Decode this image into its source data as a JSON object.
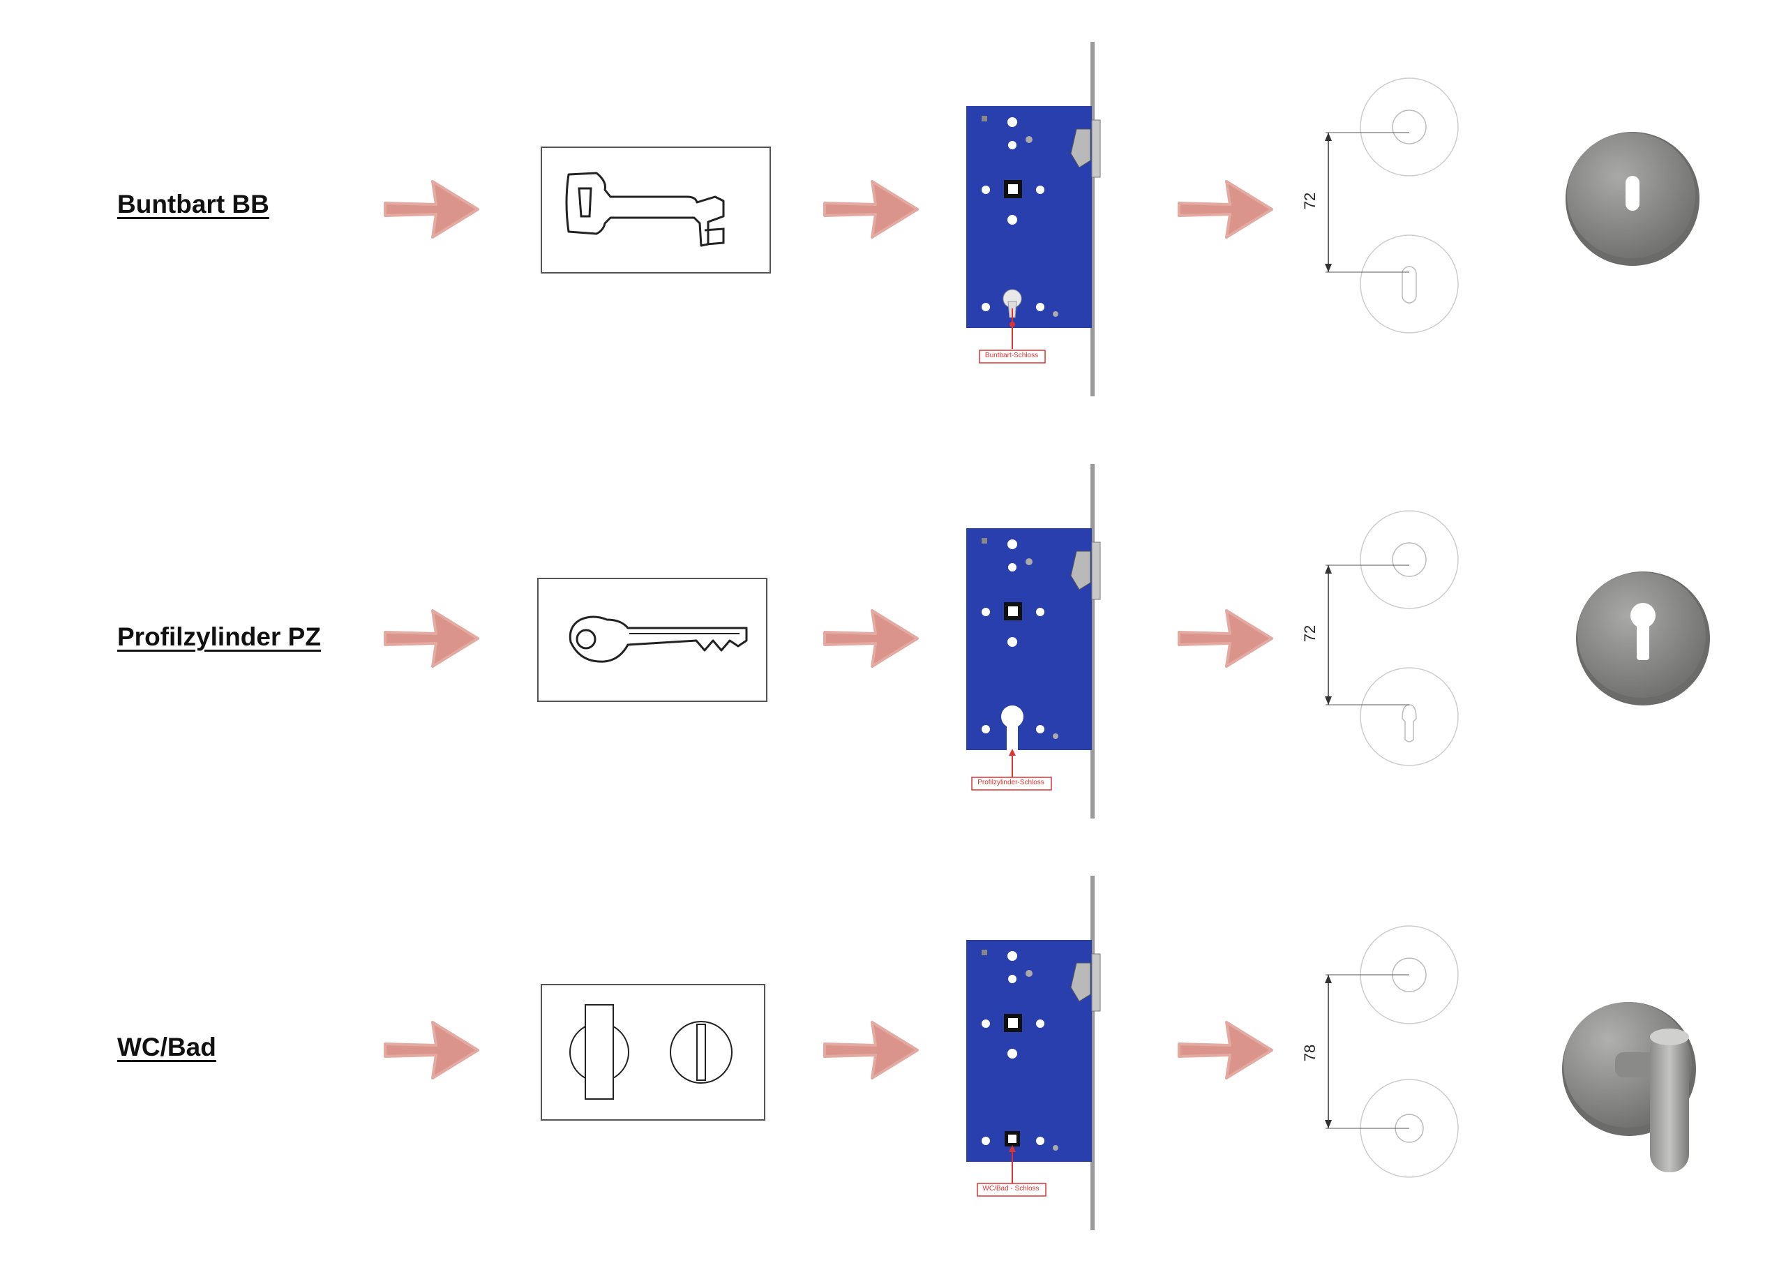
{
  "rows": [
    {
      "title": "Buntbart BB",
      "lock_label": "Buntbart-Schloss",
      "dimension": "72",
      "key_type": "bit-key-icon",
      "rosette": "keyhole-rosette"
    },
    {
      "title": "Profilzylinder PZ",
      "lock_label": "Profilzylinder-Schloss",
      "dimension": "72",
      "key_type": "cylinder-key-icon",
      "rosette": "profile-cylinder-rosette"
    },
    {
      "title": "WC/Bad",
      "lock_label": "WC/Bad - Schloss",
      "dimension": "78",
      "key_type": "wc-turn-icon",
      "rosette": "wc-handle-rosette"
    }
  ],
  "colors": {
    "arrow": "#d98f86",
    "lock_body": "#2a3fae",
    "label_red": "#d33333",
    "rosette_metal": "#8f8f8d"
  }
}
